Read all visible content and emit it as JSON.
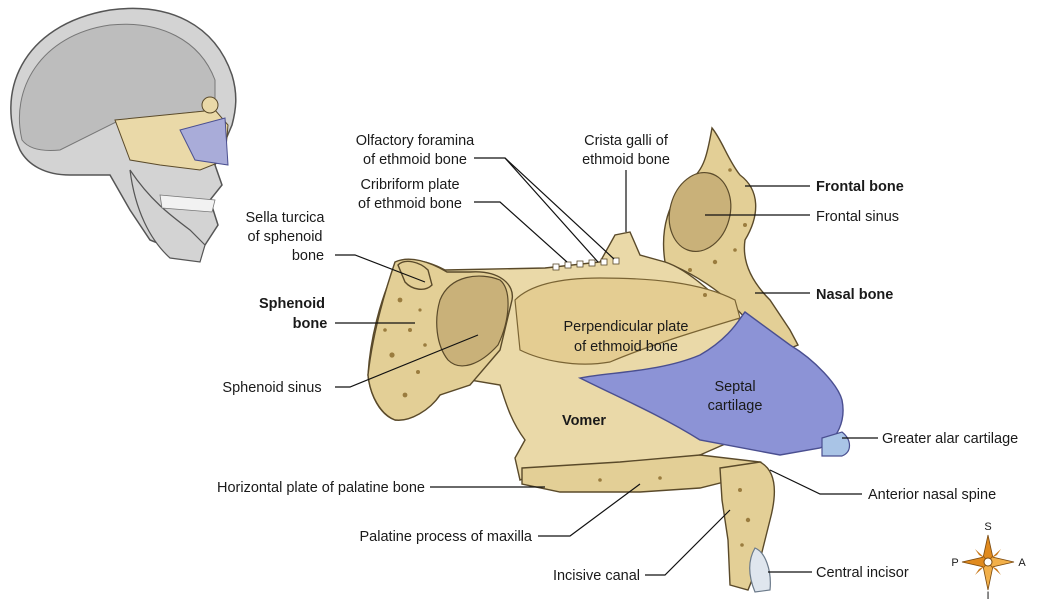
{
  "labels": {
    "olfactory_foramina": [
      "Olfactory foramina",
      "of ethmoid bone"
    ],
    "crista_galli": [
      "Crista galli of",
      "ethmoid bone"
    ],
    "cribriform_plate": [
      "Cribriform plate",
      "of ethmoid bone"
    ],
    "sella_turcica": [
      "Sella turcica",
      "of sphenoid",
      "bone"
    ],
    "sphenoid_bone": [
      "Sphenoid",
      "bone"
    ],
    "sphenoid_sinus": "Sphenoid sinus",
    "frontal_bone": "Frontal bone",
    "frontal_sinus": "Frontal sinus",
    "nasal_bone": "Nasal bone",
    "perpendicular_plate": [
      "Perpendicular plate",
      "of ethmoid bone"
    ],
    "septal_cartilage": [
      "Septal",
      "cartilage"
    ],
    "vomer": "Vomer",
    "greater_alar_cartilage": "Greater alar cartilage",
    "horizontal_plate": "Horizontal plate of palatine bone",
    "anterior_nasal_spine": "Anterior nasal spine",
    "palatine_process": "Palatine process of maxilla",
    "incisive_canal": "Incisive canal",
    "central_incisor": "Central incisor"
  },
  "compass": {
    "superior": "S",
    "inferior": "I",
    "posterior": "P",
    "anterior": "A"
  },
  "colors": {
    "bone": "#ead9a8",
    "cartilage": "#8c93d6",
    "skull": "#c8c8c8"
  }
}
